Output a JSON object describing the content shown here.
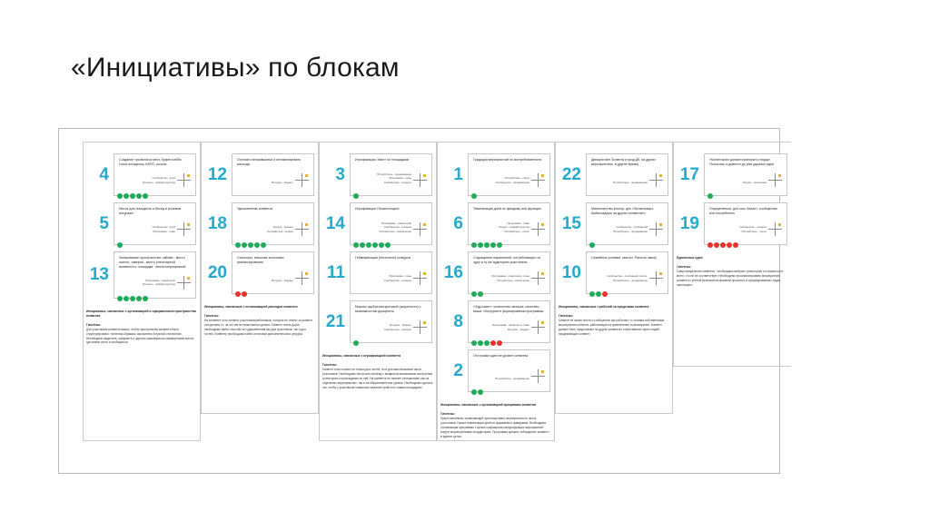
{
  "slide": {
    "title": "«Инициативы» по блокам"
  },
  "columns": [
    {
      "name": "column-1",
      "frame": "tall",
      "cards": [
        {
          "number": "4",
          "title": "Создание тусовочных мест, буфет-набби, точки посиделок, КАПО, школы",
          "labels": [
            "Сообщество - клуб",
            "Ресурсы - инфраструктура"
          ],
          "dots": [
            "green",
            "green",
            "green",
            "green",
            "green"
          ]
        },
        {
          "number": "5",
          "title": "Места для посиделок и бесед в ролевом антураже",
          "labels": [
            "Сообщество - клуб",
            "Программа - темы"
          ],
          "dots": [
            "green"
          ]
        },
        {
          "number": "13",
          "title": "Зонирование пространства: чайная - место поесть, таверна - место утилитарной активности, площадки - места мероприятий",
          "labels": [
            "Программа - траектории",
            "Ресурсы - инфраструктура"
          ],
          "dots": [
            "green",
            "green",
            "green",
            "green",
            "green"
          ]
        }
      ],
      "footer": {
        "head": "Инициативы, связанные с организацией и оформлением пространства конвента",
        "sub": "Гипотезы:",
        "body": "Для участников конвента важно, чтобы пространство конвента было структурировано: понятная обрамка, оформлено в нужной стилистике.\nНеобходимо выделить, оформить и сделать максимально комфортными места, где можно сесть и пообщаться."
      }
    },
    {
      "name": "column-2",
      "frame": "mid",
      "cards": [
        {
          "number": "12",
          "title": "Отрезать вложившихся и оптимизировать расходы",
          "labels": [
            "Ресурсы - бюджет"
          ],
          "dots": []
        },
        {
          "number": "18",
          "title": "Удешевление конвента",
          "labels": [
            "Ресурс - бюджет",
            "Потребитель - сервис"
          ],
          "dots": [
            "green",
            "green",
            "green",
            "green",
            "green"
          ]
        },
        {
          "number": "20",
          "title": "Спонсоры, внешние источники финансирования",
          "labels": [
            "Ресурсы - бюджет"
          ],
          "dots": [
            "red",
            "red"
          ]
        }
      ],
      "footer": {
        "head": "Инициативы, связанные с оптимизацией расходов конвента",
        "sub": "Гипотезы:",
        "body": "На конвенте есть сегмент участников/работников, которые не платят за конвент или делают то, за что им не начисляются деньги.\nКонвент очень дорог, необходимо найти способы его удешевления как для участников, так и для гостей.\nКонвенту необходимо найти источники дополнительного ресурса."
      }
    },
    {
      "name": "column-3",
      "frame": "tall",
      "cards": [
        {
          "number": "3",
          "title": "Игрофикация. Квест по площадкам",
          "labels": [
            "Потребитель - продвижение",
            "Программа - темы",
            "Сообщество - интерес"
          ],
          "dots": [
            "green"
          ]
        },
        {
          "number": "14",
          "title": "Игрофикация «Экзистенция»",
          "labels": [
            "Программа - траектории",
            "Сообщество - интерес",
            "Потребитель - вовлечение"
          ],
          "dots": [
            "green",
            "green",
            "green",
            "green",
            "green",
            "green"
          ]
        },
        {
          "number": "11",
          "title": "Геймификация (песенного) конкурса",
          "labels": [
            "Программа - темы",
            "Сообщество - интерес"
          ],
          "dots": []
        },
        {
          "number": "21",
          "title": "Маркер одобрения критикой (жюри/гостя) с возможностью дооценить",
          "labels": [
            "Ресурсы - бюджет",
            "Сообщество - интерес"
          ],
          "dots": [
            "green"
          ]
        }
      ],
      "footer": {
        "head": "Инициативы, связанные с игрофикацией конвента",
        "sub": "Гипотезы:",
        "body": "Конвент стал сложен на только для гостей, но и для малознакомой части участников. Необходимо настроить систему с возвратом механизмов построения траектории и прохождения по ней.\nНа конвенте не хватает интерактива: как на отдельных мероприятиях, так и на общеконвентном уровне.\nНеобходимо сделать так, чтобы у участников появилось желание пройти по новым площадкам."
      }
    },
    {
      "name": "column-4",
      "frame": "tall",
      "cards": [
        {
          "number": "1",
          "title": "Градация мероприятий по востребованности",
          "labels": [
            "Потребитель - спрос",
            "Сообщество - продвижение"
          ],
          "dots": [
            "green"
          ]
        },
        {
          "number": "6",
          "title": "Тематизация дней по фандому или функции",
          "labels": [
            "Программа - темы",
            "Ресурс - инфраструктура",
            "Потребитель - спрос"
          ],
          "dots": [
            "green",
            "green",
            "green",
            "green",
            "green"
          ]
        },
        {
          "number": "16",
          "title": "Сокращение параллелей, потребляющих за одну и ту же аудиторию участников",
          "labels": [
            "Программа - траектории, темы",
            "Потребитель - вовлечение"
          ],
          "dots": [
            "green",
            "green"
          ]
        },
        {
          "number": "8",
          "title": "«Худ-совет»: количество меньше, качество - выше. Инструмент формирования программы.",
          "labels": [
            "Программа - параллели, темы",
            "Ресурсы - бюджет"
          ],
          "dots": [
            "green",
            "green",
            "green",
            "red",
            "red"
          ]
        },
        {
          "number": "2",
          "title": "Отстройка идеи на уровне конвента",
          "labels": [
            "Потребитель - продвижение"
          ],
          "dots": [
            "green",
            "green"
          ]
        }
      ],
      "footer": {
        "head": "Инициативы, связанные с организацией программы конвента",
        "sub": "Гипотезы:",
        "body": "Нужен механизм, позволяющий прогнозировать мероприятия по числу участников.\nНужна тематизация дней по форматам и фандомам.\nНеобходима оптимизация программы с целью сокращения конкурирующих мероприятий внутри мероприятиями за аудиторию.\nПрограмма должна «объединять конвент» в единое целое."
      }
    },
    {
      "name": "column-5",
      "frame": "mid",
      "cards": [
        {
          "number": "22",
          "title": "Движухи вне Зиланта (город ДК, на других мероприятиях, в другое время)",
          "labels": [
            "Потребитель - продвижение"
          ],
          "dots": []
        },
        {
          "number": "15",
          "title": "Министерство иностр. дел «Зилантовцы-Амбассадоры на других конвентах»",
          "labels": [
            "Сообщество - сообщений",
            "Потребитель - продвижение"
          ],
          "dots": [
            "green"
          ]
        },
        {
          "number": "10",
          "title": "Семейные ролевки, квесты. Растить смену",
          "labels": [
            "Сообщество - сообщений, воспр.",
            "Потребитель - продвижение"
          ],
          "dots": [
            "green",
            "green",
            "red"
          ]
        }
      ],
      "footer": {
        "head": "Инициативы, связанные с работой за пределами конвента",
        "sub": "Гипотезы:",
        "body": "Конвент не может вести и сообщество как работает, то за вами собственными мероприятия-события, работающие на привлечение и расширение.\nКонвент должен быть представлен на других конвентах и фестивалях через людей, продвигающих конвент."
      }
    },
    {
      "name": "column-6",
      "frame": "short",
      "cards": [
        {
          "number": "17",
          "title": "«Мониторинг должен приносить плоды» Посчитать и довести до ума удачные идеи",
          "labels": [
            "Ресурс - аналитика"
          ],
          "dots": [
            "green"
          ]
        },
        {
          "number": "19",
          "title": "Определиться, для кого Зилант: сообщество или потребитель",
          "labels": [
            "Сообщество - интерес",
            "Потребитель - спрос"
          ],
          "dots": [
            "red",
            "red",
            "red",
            "red",
            "red"
          ]
        }
      ],
      "footer": {
        "head": "Единичные идеи",
        "sub": "Гипотезы:",
        "body": "Самоопределение конвента - необходимо выбрать траекторию и отказаться от всего, что ей не соответствует.\nНеобходимо проанализировать мероприятия конвента с учетом резельтатов решений прошлого и сформированных задач настоящего."
      }
    }
  ],
  "colors": {
    "number": "#26a9ce",
    "dot_green": "#1faa59",
    "dot_red": "#e8312a",
    "border": "#c6c6c6"
  }
}
